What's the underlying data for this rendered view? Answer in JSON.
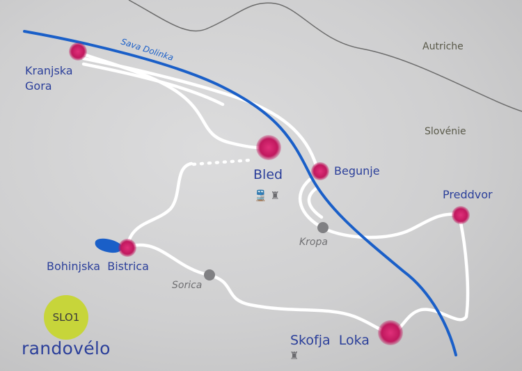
{
  "river": {
    "name": "Sava Dolinka",
    "color": "#1a5fc8"
  },
  "regions": {
    "country_1": "Autriche",
    "country_2": "Slovénie"
  },
  "towns": {
    "kranjska_gora": "Kranjska\nGora",
    "bled": "Bled",
    "begunje": "Begunje",
    "preddvor": "Preddvor",
    "bohinjska_bistrica": "Bohinjska  Bistrica",
    "skofja_loka": "Skofja  Loka"
  },
  "minor_places": {
    "kropa": "Kropa",
    "sorica": "Sorica"
  },
  "badge": {
    "code": "SLO1",
    "color": "#c7d53a"
  },
  "brand": {
    "name": "randovélo",
    "color": "#2b3f9a"
  },
  "colors": {
    "town_marker": "#c0185e",
    "minor_marker": "#808083",
    "route": "#ffffff",
    "border": "#6b6b6b"
  },
  "icons": {
    "bled": [
      "train-icon",
      "castle-icon"
    ],
    "skofja_loka": [
      "castle-icon"
    ]
  }
}
